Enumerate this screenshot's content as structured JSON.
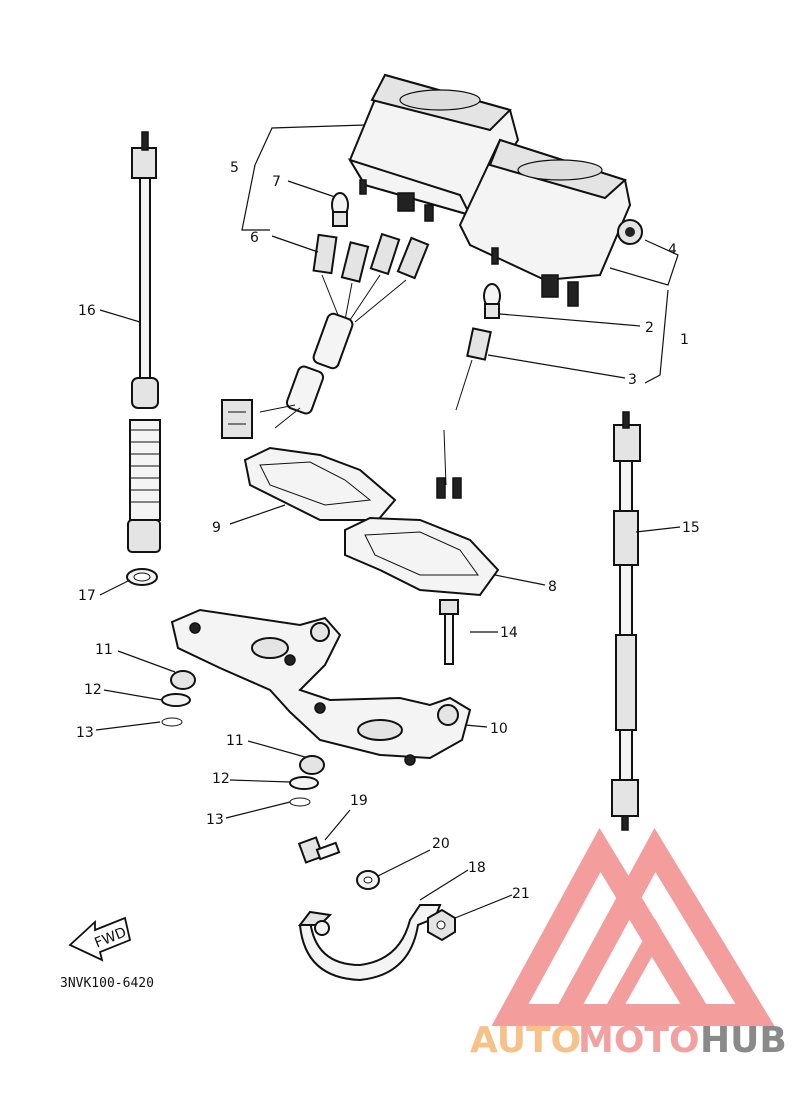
{
  "diagram": {
    "code": "3NVK100-6420",
    "fwd_label": "FWD",
    "callouts": [
      "1",
      "2",
      "3",
      "4",
      "5",
      "6",
      "7",
      "8",
      "9",
      "10",
      "11",
      "12",
      "13",
      "14",
      "15",
      "16",
      "17",
      "19",
      "20",
      "18",
      "21"
    ]
  },
  "watermark": {
    "brand_auto": "AUTO",
    "brand_moto": "MOTO",
    "brand_hub": "HUB",
    "colors": {
      "auto": "#f6c28a",
      "moto": "#f3a0a0",
      "hub": "#8a8a8a",
      "logo": "#f28c8c"
    }
  }
}
